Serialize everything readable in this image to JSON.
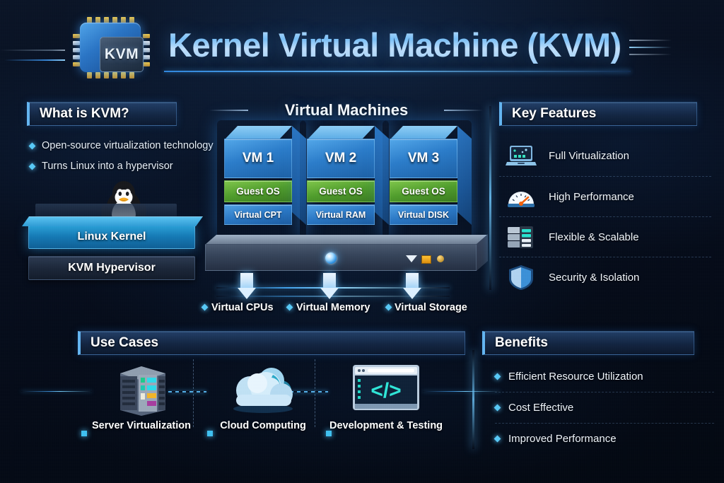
{
  "header": {
    "logo_text": "KVM",
    "logo_icon": "cpu-chip-icon",
    "title": "Kernel Virtual Machine (KVM)"
  },
  "what_is_kvm": {
    "heading": "What is KVM?",
    "bullets": [
      "Open-source virtualization technology",
      "Turns Linux into a hypervisor"
    ],
    "mascot_icon": "linux-penguin-icon",
    "stack": [
      {
        "label": "Linux Kernel",
        "color": "#1579b4"
      },
      {
        "label": "KVM Hypervisor",
        "color": "#1b2638"
      }
    ]
  },
  "virtual_machines": {
    "heading": "Virtual Machines",
    "vms": [
      {
        "name": "VM 1",
        "guest_os": "Guest OS",
        "resource": "Virtual CPT"
      },
      {
        "name": "VM 2",
        "guest_os": "Guest OS",
        "resource": "Virtual RAM"
      },
      {
        "name": "VM 3",
        "guest_os": "Guest OS",
        "resource": "Virtual DISK"
      }
    ],
    "host_indicators": [
      "power-led-icon",
      "triangle-indicator-icon",
      "square-indicator-icon",
      "dot-indicator-icon"
    ],
    "outputs": [
      "Virtual CPUs",
      "Virtual Memory",
      "Virtual Storage"
    ]
  },
  "key_features": {
    "heading": "Key Features",
    "items": [
      {
        "label": "Full Virtualization",
        "icon": "laptop-icon"
      },
      {
        "label": "High Performance",
        "icon": "speedometer-icon"
      },
      {
        "label": "Flexible & Scalable",
        "icon": "server-rack-icon"
      },
      {
        "label": "Security & Isolation",
        "icon": "shield-icon"
      }
    ]
  },
  "use_cases": {
    "heading": "Use Cases",
    "items": [
      {
        "label": "Server Virtualization",
        "icon": "server-tower-icon"
      },
      {
        "label": "Cloud Computing",
        "icon": "cloud-icon"
      },
      {
        "label": "Development & Testing",
        "icon": "code-window-icon"
      }
    ]
  },
  "benefits": {
    "heading": "Benefits",
    "items": [
      "Efficient Resource Utilization",
      "Cost Effective",
      "Improved Performance"
    ]
  },
  "colors": {
    "background": "#060d1c",
    "accent_blue": "#57c8f5",
    "title_blue": "#7fc2f5",
    "vm_blue": "#2b7cc9",
    "guest_os_green": "#4f9c2c",
    "kernel_blue": "#1579b4"
  }
}
